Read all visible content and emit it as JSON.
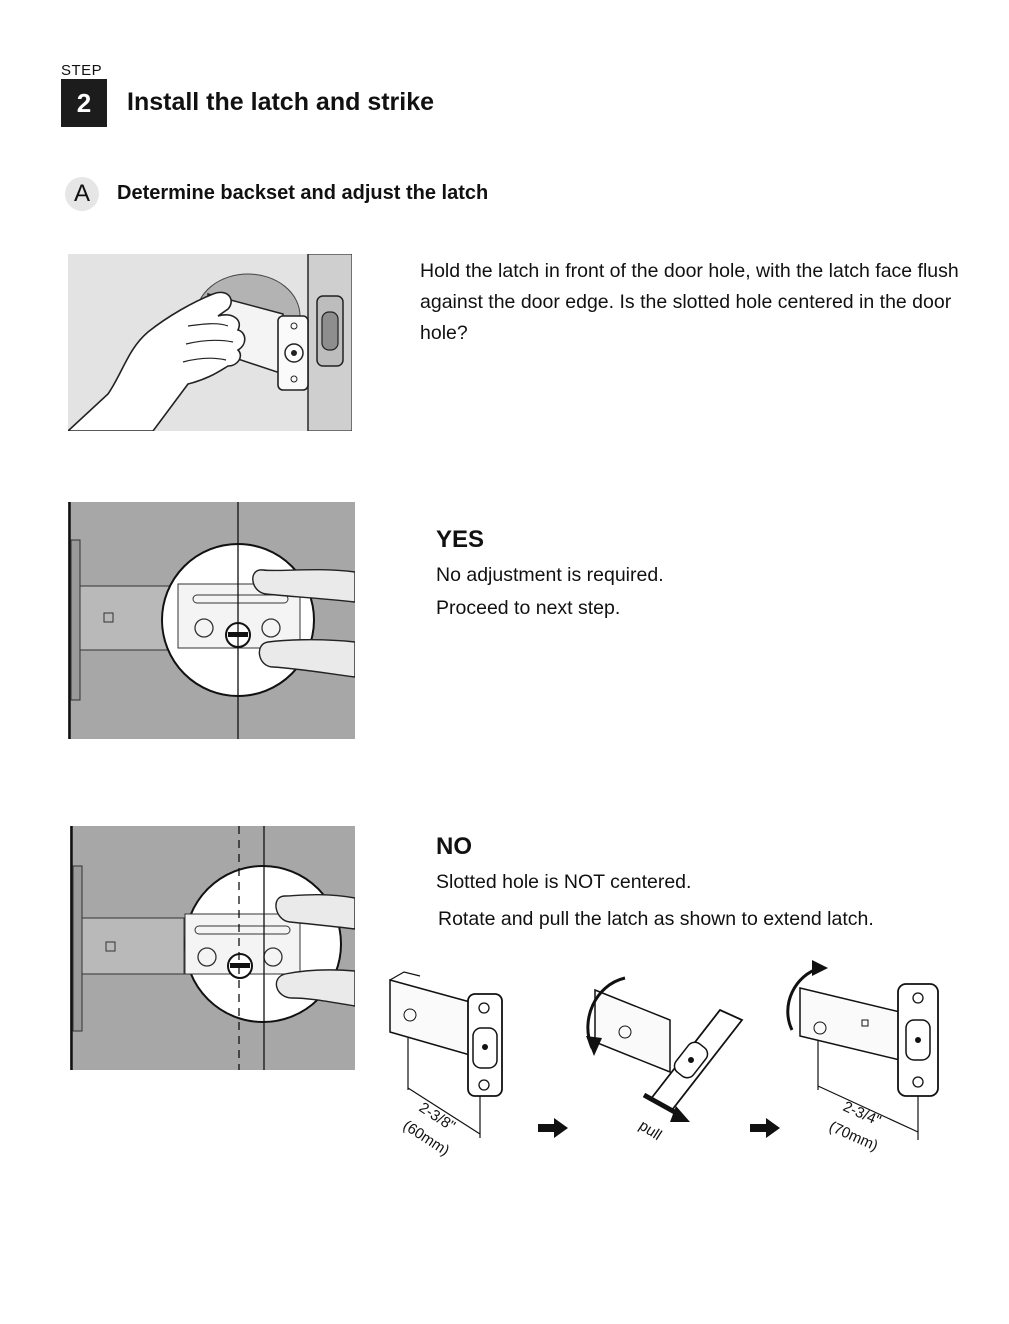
{
  "step": {
    "label": "STEP",
    "number": "2",
    "title": "Install the latch and strike"
  },
  "section": {
    "letter": "A",
    "title": "Determine backset and adjust the latch"
  },
  "instruction": "Hold the latch in front of the door hole, with the latch face flush against the door edge. Is the slotted hole centered in the door hole?",
  "yes": {
    "heading": "YES",
    "line1": "No adjustment is required.",
    "line2": "Proceed to next step."
  },
  "no": {
    "heading": "NO",
    "line1": "Slotted hole is NOT centered.",
    "line2": "Rotate and pull the latch as shown to extend latch."
  },
  "diagram": {
    "short_backset": "2-3/8\"",
    "short_backset_mm": "(60mm)",
    "long_backset": "2-3/4\"",
    "long_backset_mm": "(70mm)",
    "pull_label": "pull"
  },
  "colors": {
    "panel_gray": "#a7a7a7",
    "light_panel": "#e3e3e3",
    "dark": "#1c1c1c"
  }
}
